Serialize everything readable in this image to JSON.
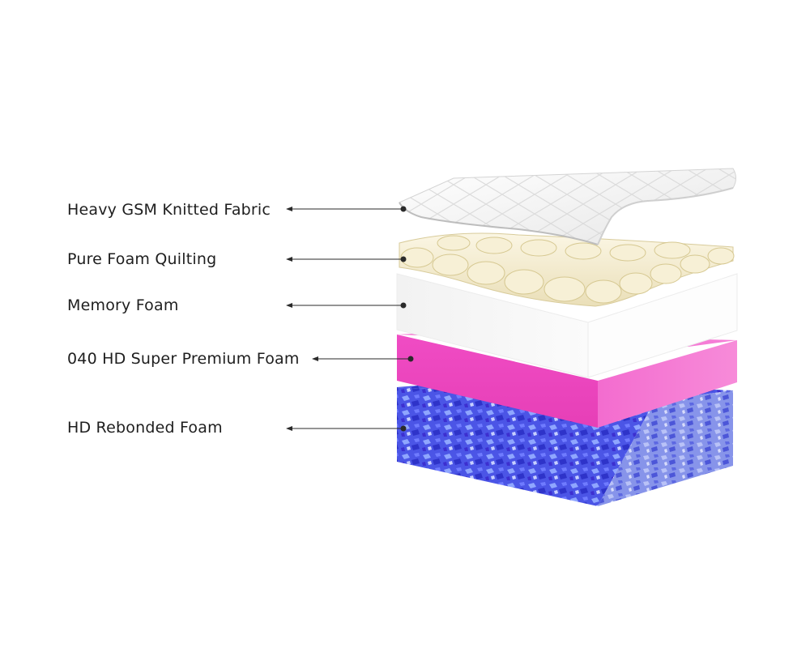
{
  "layers": [
    {
      "label": "Heavy GSM Knitted Fabric"
    },
    {
      "label": "Pure Foam Quilting"
    },
    {
      "label": "Memory Foam"
    },
    {
      "label": "040 HD Super Premium Foam"
    },
    {
      "label": "HD Rebonded Foam"
    }
  ],
  "colors": {
    "text": "#1e1e1e",
    "leader": "#2a2a2a",
    "fabric": "#f4f4f4",
    "quilting": "#f3ecd2",
    "memory_foam": "#f7f7f7",
    "premium_foam": "#f25cc9",
    "rebonded_foam": "#4a4fe0"
  }
}
